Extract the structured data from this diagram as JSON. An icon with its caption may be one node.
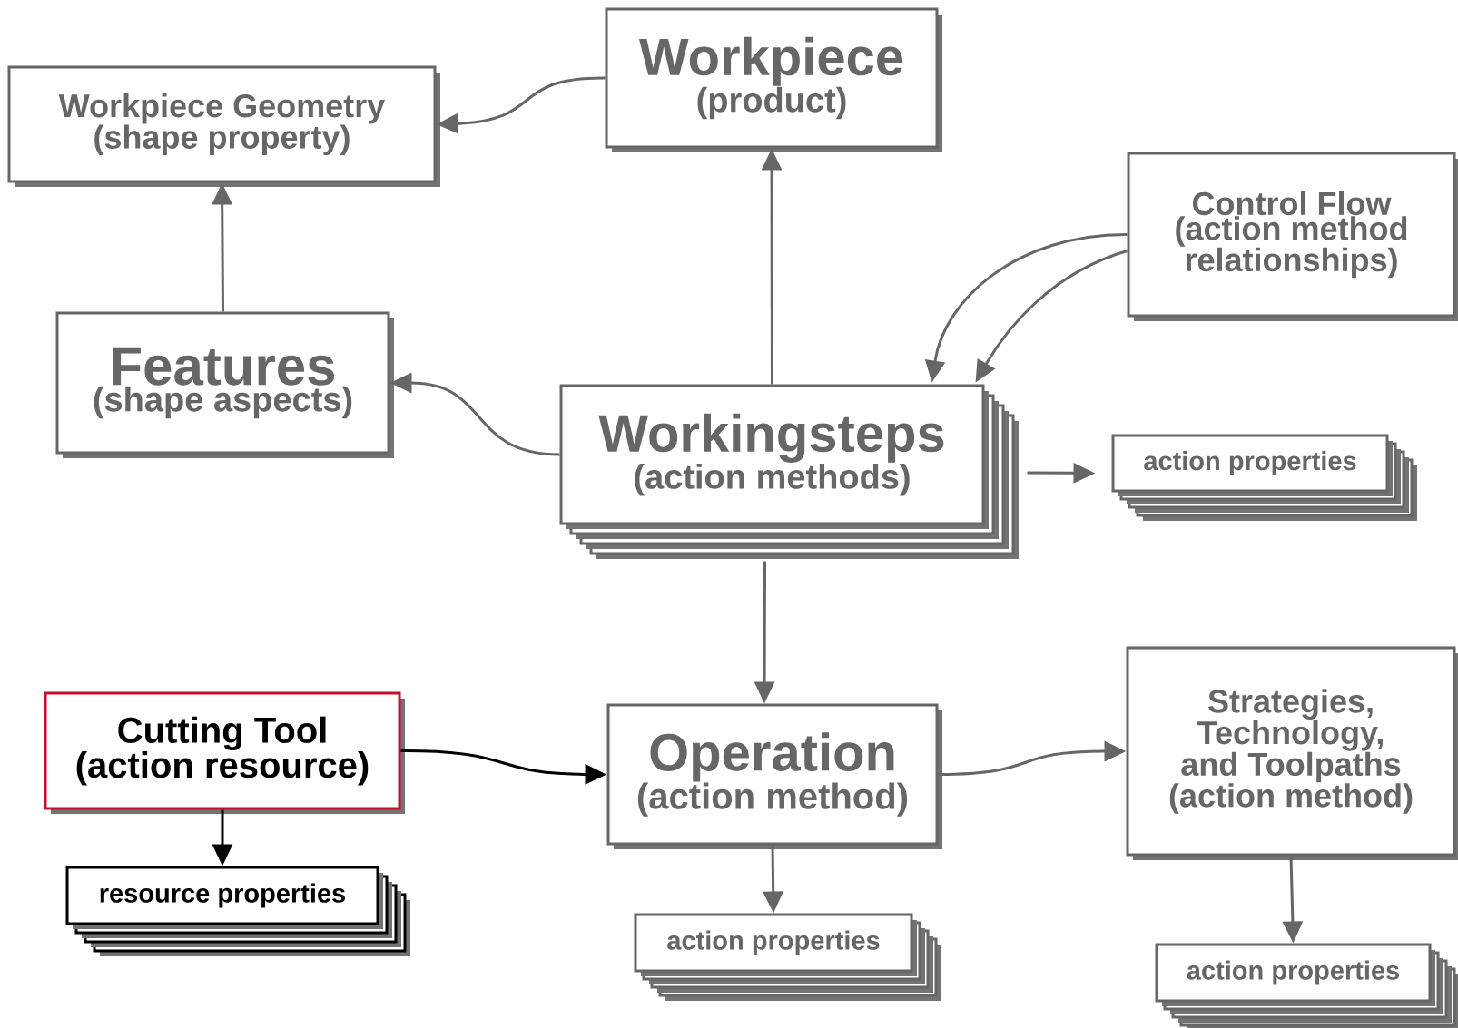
{
  "diagram": {
    "nodes": [
      {
        "text": [
          "Workpiece",
          "(product)"
        ]
      },
      {
        "text": [
          "Workpiece Geometry (shape property)"
        ]
      },
      {
        "text": [
          "Features",
          "(shape aspects)"
        ]
      },
      {
        "text": [
          "Control Flow",
          "(action method relationships)"
        ]
      },
      {
        "text": [
          "Workingsteps",
          "(action methods)"
        ]
      },
      {
        "text": [
          "action properties"
        ]
      },
      {
        "text": [
          "Cutting Tool",
          "(action resource)"
        ]
      },
      {
        "text": [
          "resource properties"
        ]
      },
      {
        "text": [
          "Operation",
          "(action method)"
        ]
      },
      {
        "text": [
          "Strategies, Technology, and Toolpaths",
          "(action method)"
        ]
      },
      {
        "text": [
          "action properties"
        ]
      },
      {
        "text": [
          "action properties"
        ]
      }
    ],
    "edges": [
      {
        "from": 0,
        "to": 1,
        "arrow": "to"
      },
      {
        "from": 2,
        "to": 1,
        "arrow": "to"
      },
      {
        "from": 4,
        "to": 0,
        "arrow": "to"
      },
      {
        "from": 4,
        "to": 2,
        "arrow": "to"
      },
      {
        "from": 3,
        "to": 4,
        "arrow": "to"
      },
      {
        "from": 3,
        "to": 4,
        "arrow": "to"
      },
      {
        "from": 4,
        "to": 5,
        "arrow": "to"
      },
      {
        "from": 4,
        "to": 8,
        "arrow": "to"
      },
      {
        "from": 6,
        "to": 8,
        "arrow": "to",
        "color": "#000000"
      },
      {
        "from": 6,
        "to": 7,
        "arrow": "to",
        "color": "#000000"
      },
      {
        "from": 8,
        "to": 9,
        "arrow": "to"
      },
      {
        "from": 8,
        "to": 10,
        "arrow": "to"
      },
      {
        "from": 9,
        "to": 11,
        "arrow": "to"
      }
    ]
  }
}
